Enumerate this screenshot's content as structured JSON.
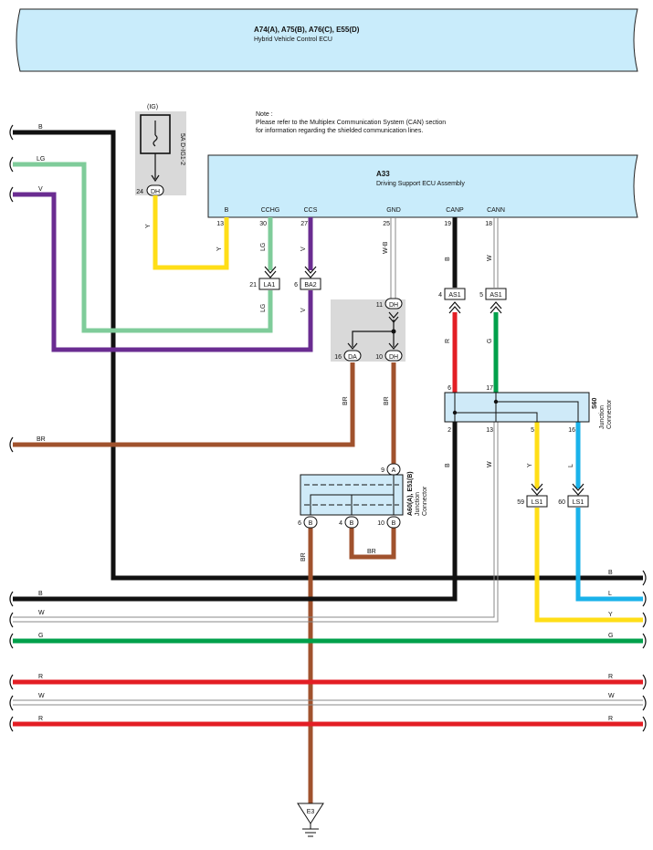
{
  "header_ecu": {
    "code": "A74(A), A75(B), A76(C), E55(D)",
    "name": "Hybrid Vehicle Control ECU"
  },
  "note": {
    "title": "Note :",
    "line1": "Please refer to the Multiplex Communication System (CAN) section",
    "line2": "for information regarding the shielded communication lines."
  },
  "driving_ecu": {
    "code": "A33",
    "name": "Driving Support ECU Assembly",
    "pins": [
      {
        "label": "B",
        "num": "13"
      },
      {
        "label": "CCHG",
        "num": "30"
      },
      {
        "label": "CCS",
        "num": "27"
      },
      {
        "label": "GND",
        "num": "25"
      },
      {
        "label": "CANP",
        "num": "19"
      },
      {
        "label": "CANN",
        "num": "18"
      }
    ]
  },
  "fuse": {
    "ig": "(IG)",
    "name": "5A D-IG1-2",
    "pin": "24",
    "conn": "DH"
  },
  "conn_la1": {
    "pin": "21",
    "name": "LA1"
  },
  "conn_ba2": {
    "pin": "6",
    "name": "BA2"
  },
  "splice_dh": {
    "pin_top": "11",
    "conn_top": "DH",
    "pin_da": "16",
    "conn_da": "DA",
    "pin_bottom": "10",
    "conn_bottom": "DH"
  },
  "as1_p": {
    "pin": "4",
    "name": "AS1"
  },
  "as1_n": {
    "pin": "5",
    "name": "AS1"
  },
  "s60": {
    "code": "S60",
    "line1": "Junction",
    "line2": "Connector",
    "pins": {
      "p6": "6",
      "p17": "17",
      "p2": "2",
      "p13": "13",
      "p5": "5",
      "p16": "16"
    }
  },
  "ls1_y": {
    "pin": "59",
    "name": "LS1"
  },
  "ls1_l": {
    "pin": "60",
    "name": "LS1"
  },
  "a60": {
    "code": "A60(A), E51(B)",
    "line1": "Junction",
    "line2": "Connector",
    "pin9": "9",
    "conn9": "A",
    "pin6": "6",
    "conn6": "B",
    "pin4": "4",
    "conn4": "B",
    "pin10": "10",
    "conn10": "B"
  },
  "ground": {
    "name": "E3"
  },
  "wire_labels": {
    "b": "B",
    "lg": "LG",
    "v": "V",
    "br": "BR",
    "y": "Y",
    "wb": "W-B",
    "r": "R",
    "g": "G",
    "w": "W",
    "l": "L"
  },
  "colors": {
    "black": "#111111",
    "light_green": "#7fcc9a",
    "violet": "#6a2c91",
    "brown": "#a0522d",
    "yellow": "#ffde17",
    "red": "#e31e24",
    "green": "#00a04b",
    "blue": "#1ab2ea",
    "white_wire": "#9a9a9a",
    "ecu_fill": "#c9ecfb",
    "connector_fill": "#cfeaf8",
    "shade": "#d9d9d9"
  }
}
